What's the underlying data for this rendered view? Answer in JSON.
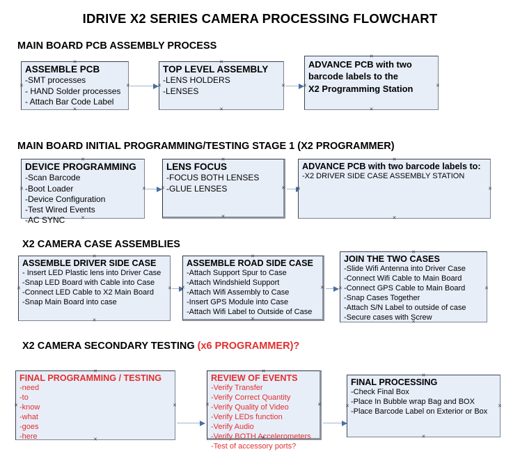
{
  "document": {
    "title": "IDRIVE X2  SERIES CAMERA PROCESSING FLOWCHART"
  },
  "colors": {
    "box_fill": "#e8eef8",
    "box_border": "#3b4352",
    "connector": "#9fb4cd",
    "arrowhead": "#4a6fa5",
    "red_accent": "#e03030",
    "text": "#000000"
  },
  "sections": [
    {
      "id": "main-board-pcb-assembly",
      "heading": "MAIN BOARD PCB ASSEMBLY PROCESS",
      "heading_suffix": "",
      "boxes": [
        {
          "id": "assemble-pcb",
          "header": "ASSEMBLE PCB",
          "items": [
            "-SMT processes",
            "- HAND Solder processes",
            "- Attach Bar Code Label"
          ]
        },
        {
          "id": "top-level-assembly",
          "header": "TOP LEVEL ASSEMBLY",
          "items": [
            "-LENS HOLDERS",
            "-LENSES"
          ]
        },
        {
          "id": "advance-pcb-programming-station",
          "header_lines": [
            "ADVANCE PCB with two",
            "barcode labels to the",
            " X2 Programming Station"
          ],
          "items": []
        }
      ]
    },
    {
      "id": "main-board-initial-programming",
      "heading": "MAIN BOARD INITIAL PROGRAMMING/TESTING STAGE 1 (X2 PROGRAMMER)",
      "heading_suffix": "",
      "boxes": [
        {
          "id": "device-programming",
          "header": "DEVICE PROGRAMMING",
          "items": [
            "-Scan Barcode",
            "-Boot Loader",
            "-Device Configuration",
            "-Test Wired Events",
            "-AC SYNC"
          ]
        },
        {
          "id": "lens-focus",
          "header": "LENS FOCUS",
          "items": [
            "-FOCUS BOTH LENSES",
            "-GLUE LENSES"
          ]
        },
        {
          "id": "advance-pcb-driver-side-station",
          "header": "ADVANCE PCB with two barcode labels to:",
          "items": [
            "-X2 DRIVER  SIDE  CASE  ASSEMBLY STATION"
          ]
        }
      ]
    },
    {
      "id": "x2-camera-case-assemblies",
      "heading": "X2 CAMERA CASE ASSEMBLIES",
      "heading_suffix": "",
      "boxes": [
        {
          "id": "assemble-driver-side-case",
          "header": "ASSEMBLE DRIVER SIDE CASE",
          "items": [
            "- Insert LED Plastic lens into Driver Case",
            "-Snap LED Board with Cable into Case",
            "-Connect LED Cable to X2 Main Board",
            "-Snap Main Board into case"
          ]
        },
        {
          "id": "assemble-road-side-case",
          "header": "ASSEMBLE ROAD SIDE CASE",
          "items": [
            "-Attach Support Spur to Case",
            "-Attach Windshield Support",
            "-Attach Wifi Assembly to Case",
            "-Insert GPS Module into Case",
            "-Attach Wifi Label to Outside of Case"
          ]
        },
        {
          "id": "join-the-two-cases",
          "header": "JOIN THE TWO CASES",
          "items": [
            "-Slide Wifi Antenna into Driver Case",
            "-Connect Wifi Cable to Main Board",
            "-Connect GPS Cable to Main Board",
            "-Snap Cases Together",
            "-Attach S/N Label to outside of case",
            "-Secure cases with Screw"
          ]
        }
      ]
    },
    {
      "id": "x2-camera-secondary-testing",
      "heading": "X2 CAMERA SECONDARY TESTING ",
      "heading_suffix": "(x6 PROGRAMMER)?",
      "boxes": [
        {
          "id": "final-programming-testing",
          "header": "FINAL PROGRAMMING / TESTING",
          "items": [
            "-need",
            "-to",
            "-know",
            "-what",
            "-goes",
            "-here"
          ]
        },
        {
          "id": "review-of-events",
          "header": "REVIEW OF EVENTS",
          "items": [
            "-Verify Transfer",
            "-Verify Correct Quantity",
            "-Verify Quality of Video",
            "-Verify LEDs function",
            "-Verify Audio",
            "-Verify BOTH Accelerometers",
            "-Test of accessory ports?"
          ]
        },
        {
          "id": "final-processing",
          "header": "FINAL PROCESSING",
          "items": [
            " -Check Final Box",
            "-Place In Bubble wrap Bag and BOX",
            "-Place Barcode Label on Exterior or Box"
          ]
        }
      ]
    }
  ],
  "connectors": [
    {
      "id": "conn-assemble-pcb-to-top-level",
      "from": "assemble-pcb",
      "to": "top-level-assembly"
    },
    {
      "id": "conn-top-level-to-advance-pcb",
      "from": "top-level-assembly",
      "to": "advance-pcb-programming-station"
    },
    {
      "id": "conn-device-programming-to-lens-focus",
      "from": "device-programming",
      "to": "lens-focus"
    },
    {
      "id": "conn-lens-focus-to-advance-pcb",
      "from": "lens-focus",
      "to": "advance-pcb-driver-side-station"
    },
    {
      "id": "conn-driver-case-to-road-case",
      "from": "assemble-driver-side-case",
      "to": "assemble-road-side-case"
    },
    {
      "id": "conn-road-case-to-join-cases",
      "from": "assemble-road-side-case",
      "to": "join-the-two-cases"
    },
    {
      "id": "conn-final-programming-to-review",
      "from": "final-programming-testing",
      "to": "review-of-events"
    },
    {
      "id": "conn-review-to-final-processing",
      "from": "review-of-events",
      "to": "final-processing"
    }
  ],
  "anchor_glyph": "×"
}
